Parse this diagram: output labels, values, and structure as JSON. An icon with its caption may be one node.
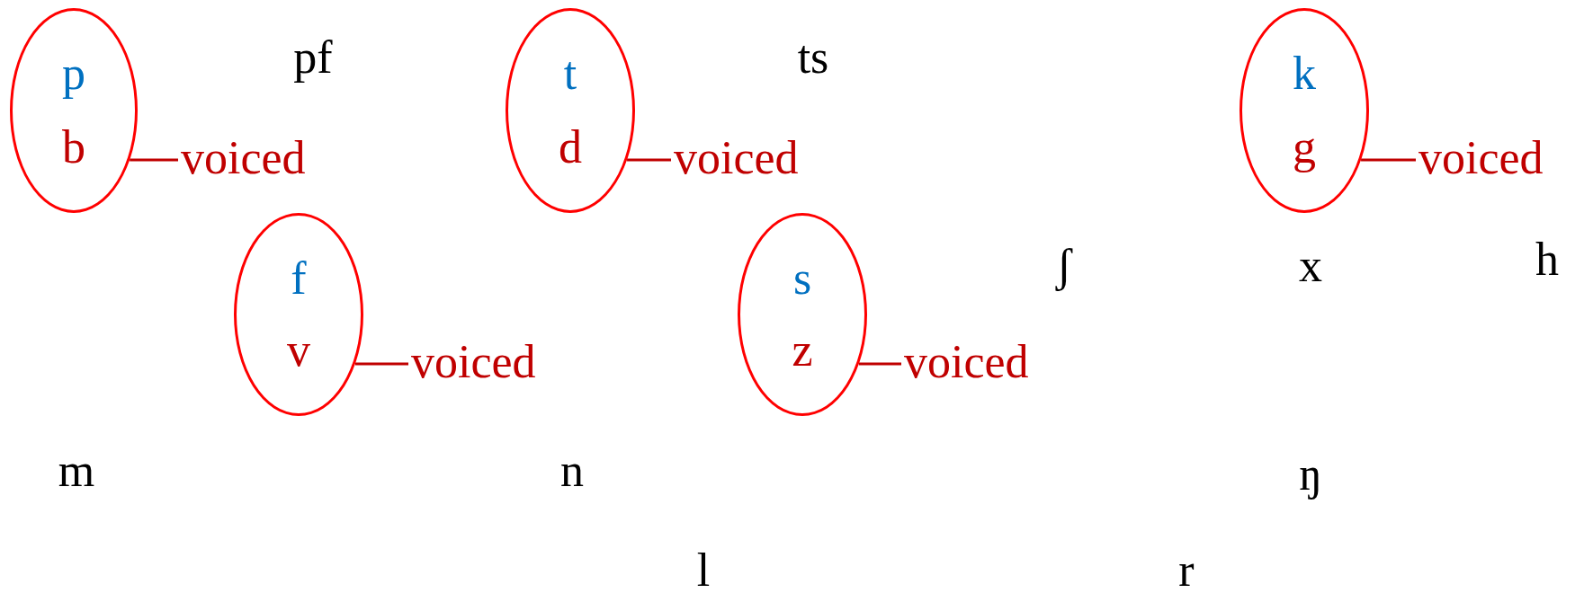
{
  "diagram": {
    "nodes": [
      {
        "text": [
          "p",
          "b"
        ]
      },
      {
        "text": [
          "voiced"
        ]
      },
      {
        "text": [
          "t",
          "d"
        ]
      },
      {
        "text": [
          "voiced"
        ]
      },
      {
        "text": [
          "k",
          "g"
        ]
      },
      {
        "text": [
          "voiced"
        ]
      },
      {
        "text": [
          "f",
          "v"
        ]
      },
      {
        "text": [
          "voiced"
        ]
      },
      {
        "text": [
          "s",
          "z"
        ]
      },
      {
        "text": [
          "voiced"
        ]
      }
    ],
    "edges": [
      {
        "from": 1,
        "to": 0,
        "arrow": "none"
      },
      {
        "from": 3,
        "to": 2,
        "arrow": "none"
      },
      {
        "from": 5,
        "to": 4,
        "arrow": "none"
      },
      {
        "from": 7,
        "to": 6,
        "arrow": "none"
      },
      {
        "from": 9,
        "to": 8,
        "arrow": "none"
      }
    ],
    "labels": [
      "pf",
      "ts",
      "ʃ",
      "x",
      "h",
      "m",
      "n",
      "ŋ",
      "l",
      "r"
    ]
  }
}
